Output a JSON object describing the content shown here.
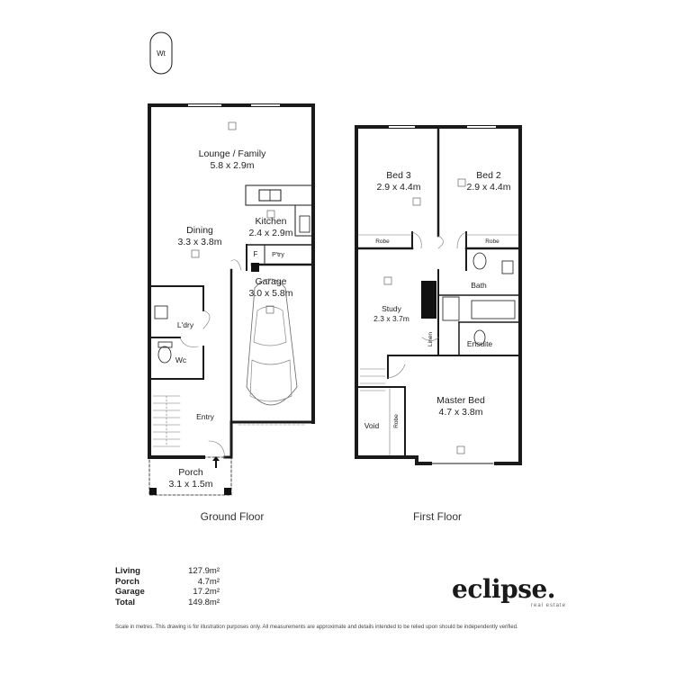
{
  "water_tank": "Wt",
  "ground_floor": {
    "title": "Ground Floor",
    "rooms": [
      {
        "name": "Lounge / Family",
        "dims": "5.8 x 2.9m"
      },
      {
        "name": "Kitchen",
        "dims": "2.4 x 2.9m"
      },
      {
        "name": "Dining",
        "dims": "3.3 x 3.8m"
      },
      {
        "name": "Garage",
        "dims": "3.0 x 5.8m"
      },
      {
        "name": "Porch",
        "dims": "3.1 x 1.5m"
      }
    ],
    "labels": {
      "fridge": "F",
      "pantry": "P'try",
      "laundry": "L'dry",
      "wc": "Wc",
      "entry": "Entry"
    }
  },
  "first_floor": {
    "title": "First Floor",
    "rooms": [
      {
        "name": "Bed 3",
        "dims": "2.9 x 4.4m"
      },
      {
        "name": "Bed 2",
        "dims": "2.9 x 4.4m"
      },
      {
        "name": "Study",
        "dims": "2.3 x 3.7m"
      },
      {
        "name": "Master Bed",
        "dims": "4.7 x 3.8m"
      }
    ],
    "labels": {
      "robe1": "Robe",
      "robe2": "Robe",
      "robe3": "Robe",
      "bath": "Bath",
      "linen": "Linen",
      "ensuite": "Ensuite",
      "void": "Void"
    }
  },
  "areas": [
    {
      "label": "Living",
      "value": "127.9m²"
    },
    {
      "label": "Porch",
      "value": "4.7m²"
    },
    {
      "label": "Garage",
      "value": "17.2m²"
    },
    {
      "label": "Total",
      "value": "149.8m²"
    }
  ],
  "disclaimer": "Scale in metres. This drawing is for illustration purposes only. All measurements are approximate and details intended to be relied upon should be independently verified.",
  "brand": {
    "name": "eclipse.",
    "tagline": "real estate"
  }
}
